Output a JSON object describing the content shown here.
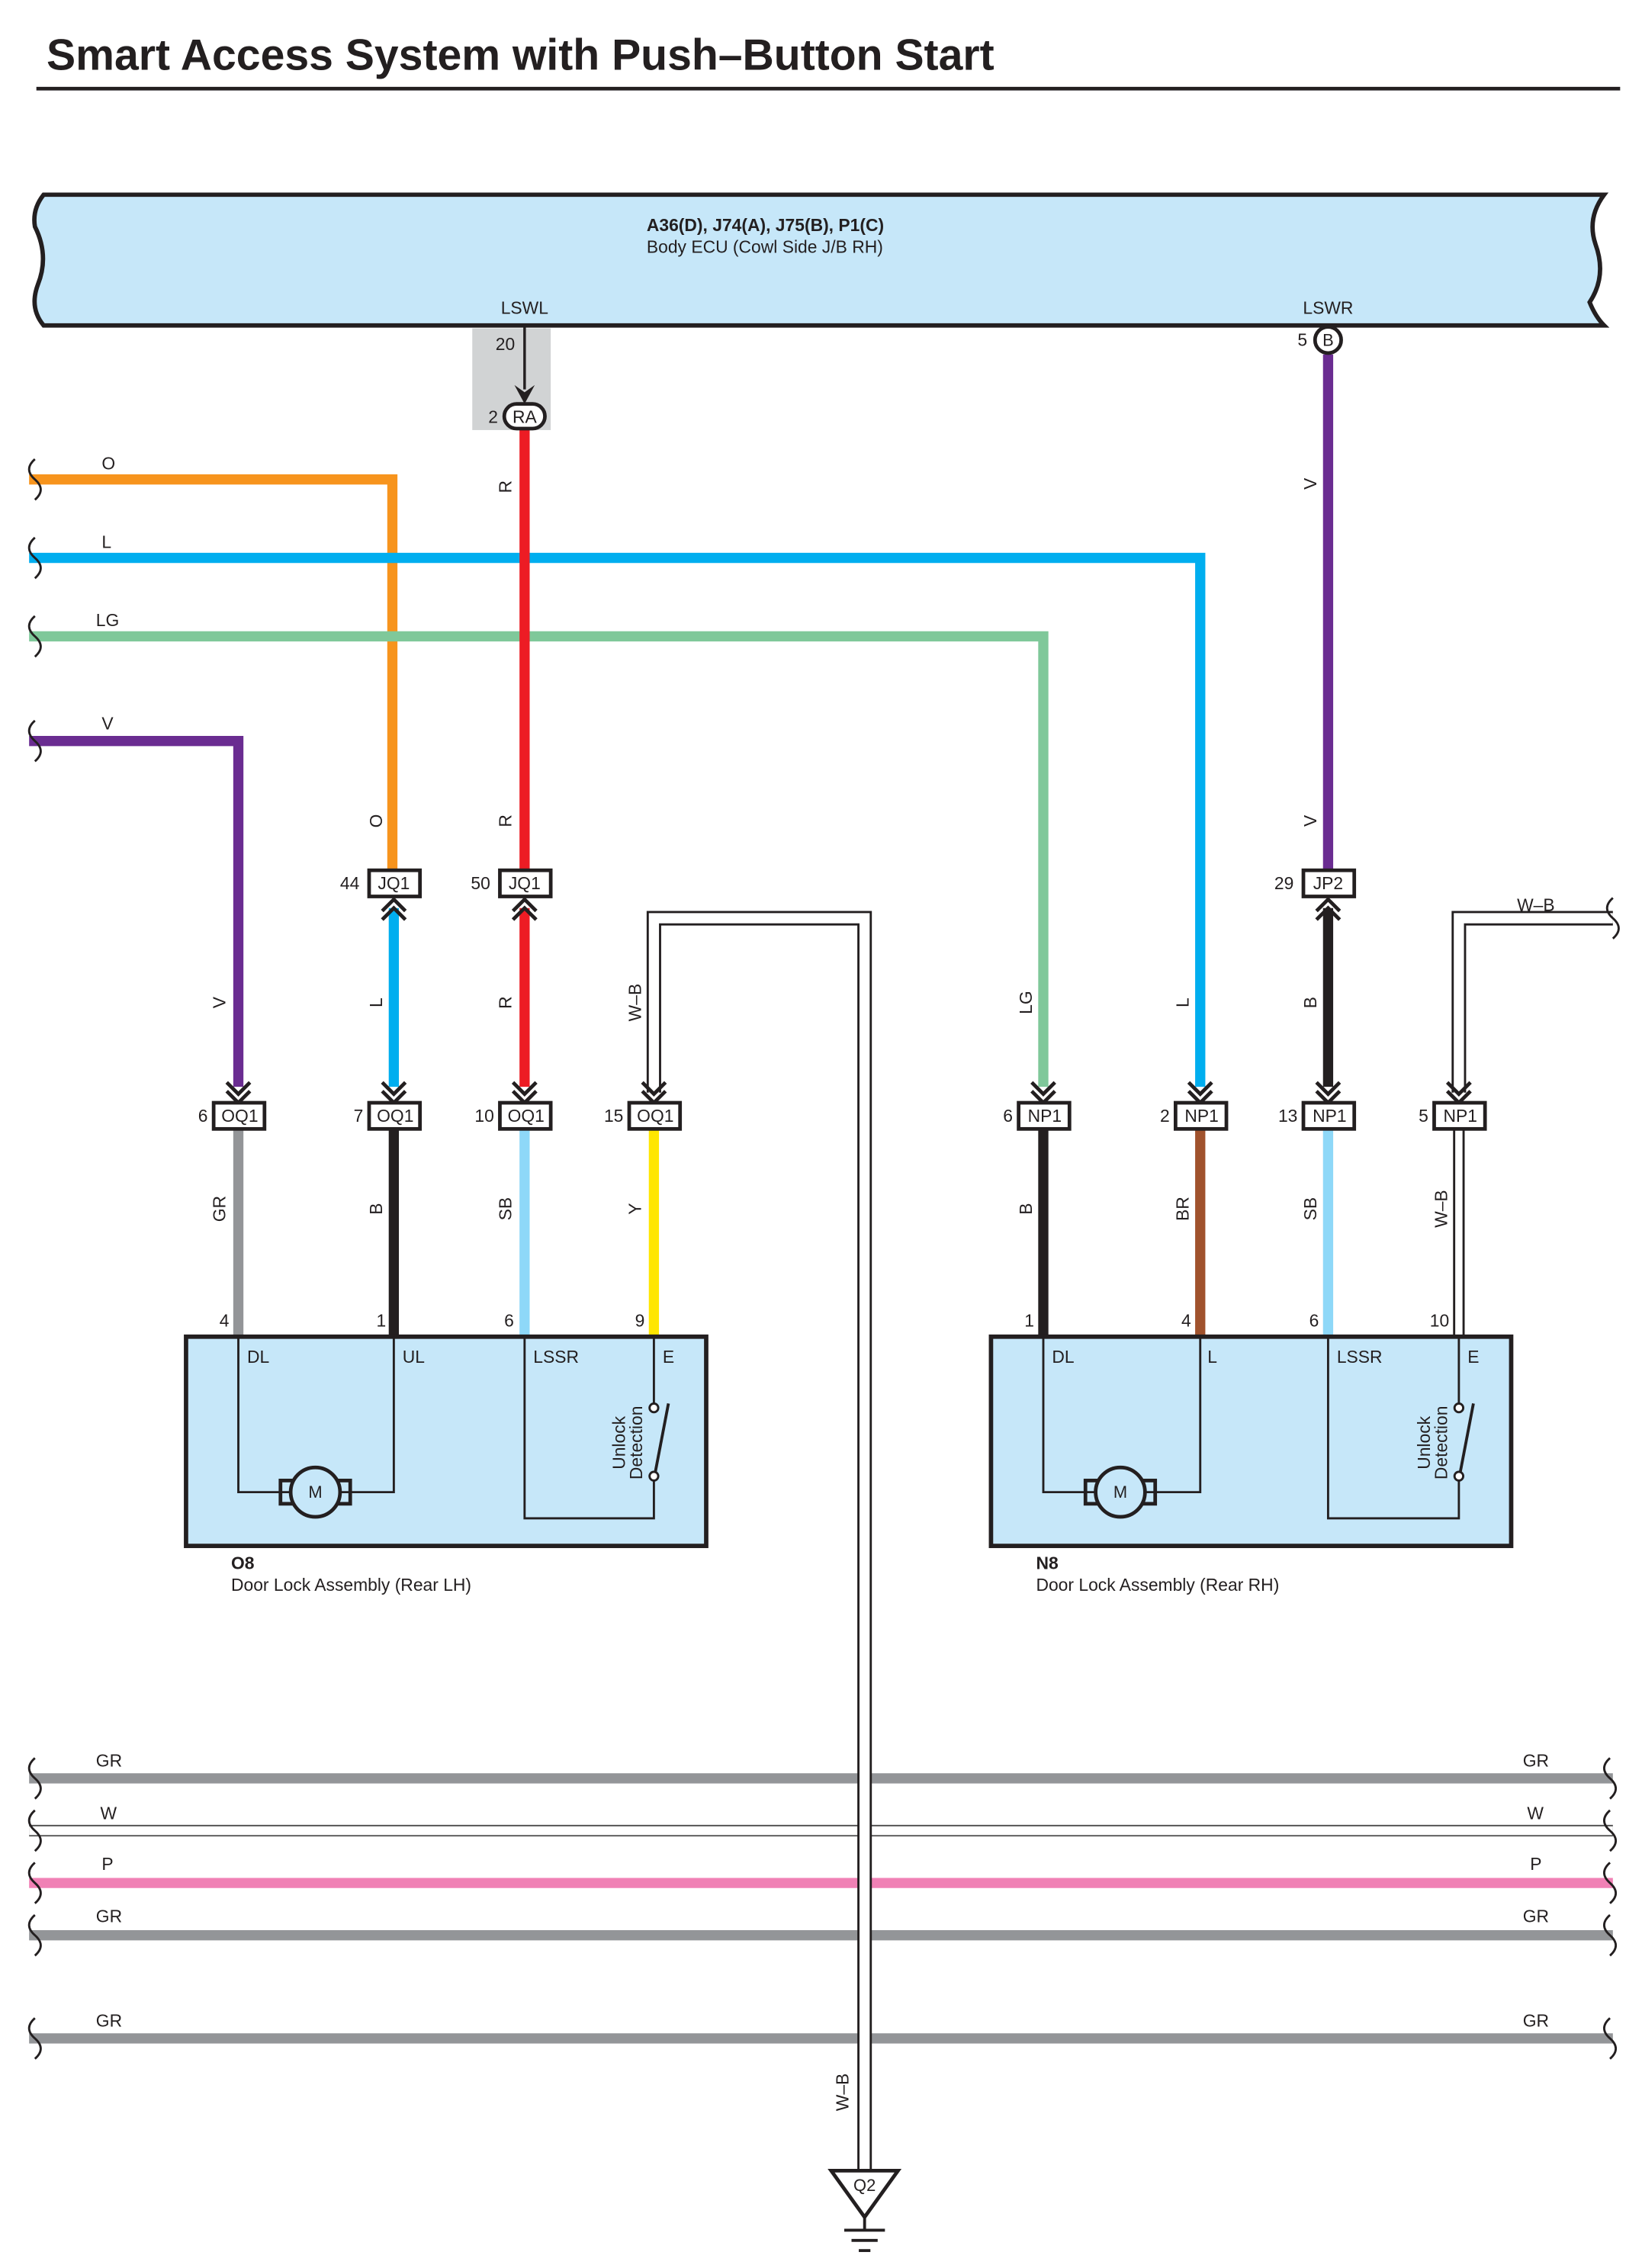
{
  "title": "Smart Access System with Push–Button Start",
  "ecu": {
    "connectors": "A36(D), J74(A), J75(B), P1(C)",
    "name": "Body ECU (Cowl Side J/B RH)",
    "terminal_left": "LSWL",
    "terminal_right": "LSWR",
    "pin_left": "20",
    "pin_right": "5",
    "conn_right": "B",
    "junction_pin": "2",
    "junction_conn": "RA"
  },
  "incoming_wires": {
    "o": "O",
    "l": "L",
    "lg": "LG",
    "v": "V",
    "wb_right": "W–B"
  },
  "wire_labels": {
    "r_top": "R",
    "v_top": "V",
    "o_mid": "O",
    "r_mid": "R",
    "v_mid": "V",
    "v_left": "V",
    "l_left": "L",
    "r_left": "R",
    "wb_left": "W–B",
    "lg_right": "LG",
    "l_right": "L",
    "b_right": "B",
    "gr_o8": "GR",
    "b_o8": "B",
    "sb_o8": "SB",
    "y_o8": "Y",
    "b_n8": "B",
    "br_n8": "BR",
    "sb_n8": "SB",
    "wb_n8": "W–B",
    "wb_ground": "W–B"
  },
  "connectors": {
    "jq1_a": {
      "pin": "44",
      "id": "JQ1"
    },
    "jq1_b": {
      "pin": "50",
      "id": "JQ1"
    },
    "jp2": {
      "pin": "29",
      "id": "JP2"
    },
    "oq1": [
      {
        "pin": "6",
        "id": "OQ1"
      },
      {
        "pin": "7",
        "id": "OQ1"
      },
      {
        "pin": "10",
        "id": "OQ1"
      },
      {
        "pin": "15",
        "id": "OQ1"
      }
    ],
    "np1": [
      {
        "pin": "6",
        "id": "NP1"
      },
      {
        "pin": "2",
        "id": "NP1"
      },
      {
        "pin": "13",
        "id": "NP1"
      },
      {
        "pin": "5",
        "id": "NP1"
      }
    ]
  },
  "left_component": {
    "id": "O8",
    "name": "Door Lock Assembly (Rear LH)",
    "pins": [
      "4",
      "1",
      "6",
      "9"
    ],
    "terminals": [
      "DL",
      "UL",
      "LSSR",
      "E"
    ],
    "motor": "M",
    "switch_line1": "Unlock",
    "switch_line2": "Detection"
  },
  "right_component": {
    "id": "N8",
    "name": "Door Lock Assembly (Rear RH)",
    "pins": [
      "1",
      "4",
      "6",
      "10"
    ],
    "terminals": [
      "DL",
      "L",
      "LSSR",
      "E"
    ],
    "motor": "M",
    "switch_line1": "Unlock",
    "switch_line2": "Detection"
  },
  "bus": [
    {
      "left": "GR",
      "right": "GR"
    },
    {
      "left": "W",
      "right": "W"
    },
    {
      "left": "P",
      "right": "P"
    },
    {
      "left": "GR",
      "right": "GR"
    },
    {
      "left": "GR",
      "right": "GR"
    }
  ],
  "ground": {
    "id": "Q2"
  },
  "colors": {
    "O": "#f7941d",
    "L": "#00aeef",
    "LG": "#7fc89a",
    "V": "#6a2c91",
    "R": "#ed1c24",
    "B": "#231f20",
    "GR": "#939598",
    "SB": "#8ed8f8",
    "Y": "#ffe600",
    "BR": "#a0522d",
    "P": "#f081b5",
    "component_fill": "#c6e7f9"
  }
}
